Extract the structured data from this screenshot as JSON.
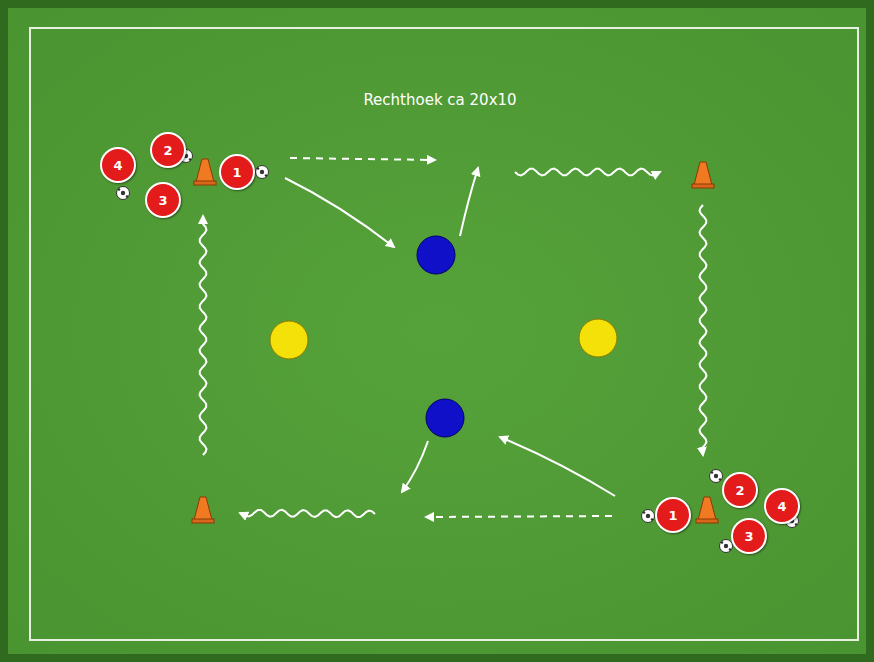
{
  "diagram": {
    "nodes": [
      {
        "text": [
          "1"
        ]
      },
      {
        "text": [
          "2"
        ]
      },
      {
        "text": [
          "3"
        ]
      },
      {
        "text": [
          "4"
        ]
      },
      {
        "text": [
          "1"
        ]
      },
      {
        "text": [
          "2"
        ]
      },
      {
        "text": [
          "3"
        ]
      },
      {
        "text": [
          "4"
        ]
      }
    ],
    "labels": [
      "Rechthoek ca 20x10"
    ]
  }
}
